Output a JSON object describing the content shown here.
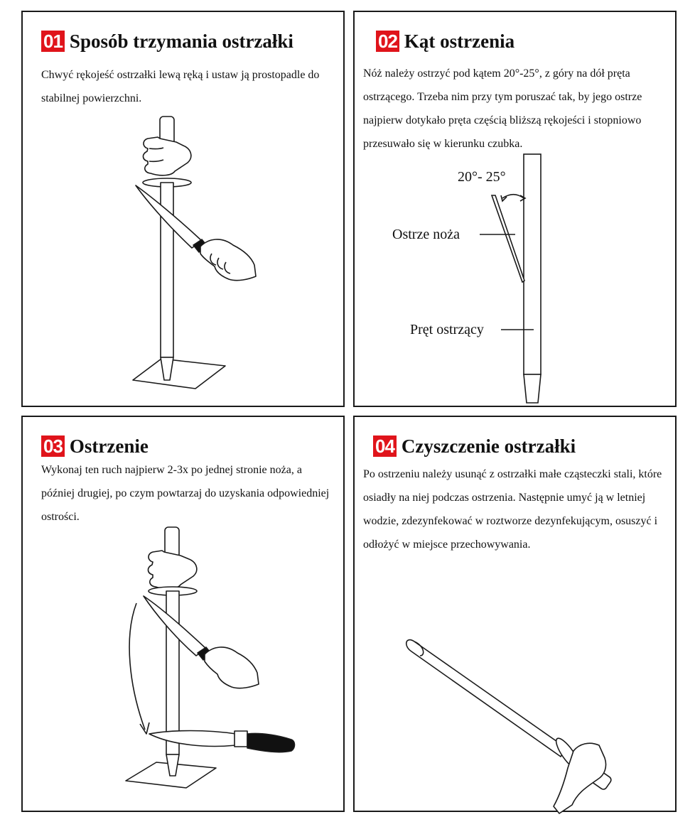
{
  "panels": [
    {
      "number": "01",
      "title": "Sposób trzymania ostrzałki",
      "text": "Chwyć rękojeść ostrzałki lewą ręką i ustaw ją prostopadle do stabilnej powierzchni."
    },
    {
      "number": "02",
      "title": "Kąt ostrzenia",
      "text": "Nóż należy ostrzyć pod kątem 20°-25°, z góry na dół pręta ostrzącego. Trzeba nim przy tym poruszać tak, by jego ostrze najpierw dotykało pręta częścią bliższą rękojeści i stopniowo przesuwało się w kierunku czubka.",
      "labels": {
        "angle": "20°- 25°",
        "blade": "Ostrze noża",
        "rod": "Pręt ostrzący"
      }
    },
    {
      "number": "03",
      "title": "Ostrzenie",
      "text": "Wykonaj ten ruch najpierw 2-3x po jednej stronie noża, a później drugiej, po czym powtarzaj do uzyskania odpowiedniej ostrości."
    },
    {
      "number": "04",
      "title": "Czyszczenie ostrzałki",
      "text": "Po ostrzeniu należy usunąć z ostrzałki małe cząsteczki stali, które osiadły na niej podczas ostrzenia.  Następnie umyć ją w letniej wodzie, zdezynfekować w roztworze dezynfekującym, osuszyć i odłożyć w miejsce przechowywania."
    }
  ],
  "colors": {
    "badge": "#e0141b",
    "ink": "#1a1a1a"
  }
}
